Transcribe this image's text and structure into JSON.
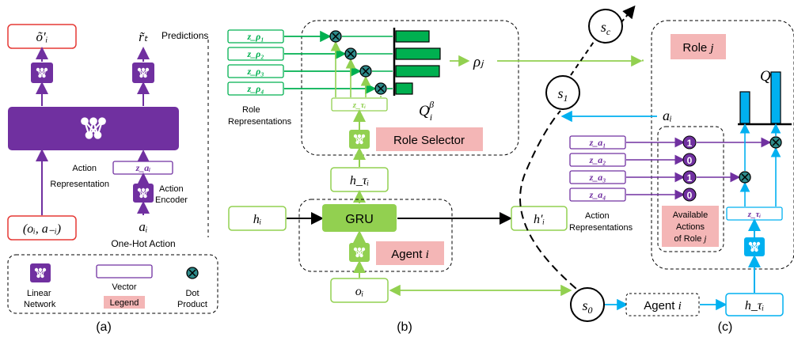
{
  "panel_a": {
    "caption": "(a)",
    "predictions_label": "Predictions",
    "out_obs": "õ′ᵢ",
    "out_reward": "r̃ₜ",
    "action_representation_label": [
      "Action",
      "Representation"
    ],
    "action_encoder_label": [
      "Action",
      "Encoder"
    ],
    "z_action": "z_aᵢ",
    "input_main": "(oᵢ, a₋ᵢ)",
    "action_input": "aᵢ",
    "one_hot_label": "One-Hot Action",
    "legend": {
      "linear_network_label": [
        "Linear",
        "Network"
      ],
      "vector_label": "Vector",
      "dot_product_label": [
        "Dot",
        "Product"
      ],
      "legend_tag": "Legend"
    }
  },
  "panel_b": {
    "caption": "(b)",
    "role_reps": [
      "z_ρ₁",
      "z_ρ₂",
      "z_ρ₃",
      "z_ρ₄"
    ],
    "role_reps_label": [
      "Role",
      "Representations"
    ],
    "z_tau": "z_τᵢ",
    "role_selector_label": "Role Selector",
    "q_beta": "Q_i^β",
    "rho_j": "ρⱼ",
    "h_tau": "h_τᵢ",
    "h_i": "hᵢ",
    "h_i_prime": "h′ᵢ",
    "gru_label": "GRU",
    "agent_label": "Agent i",
    "o_i": "oᵢ"
  },
  "panel_c": {
    "caption": "(c)",
    "states": [
      "s_c",
      "s₁",
      "s₀"
    ],
    "role_label": "Role j",
    "q_i": "Qᵢ",
    "a_i": "aᵢ",
    "action_reps": [
      "z_a₁",
      "z_a₂",
      "z_a₃",
      "z_a₄"
    ],
    "mask_values": [
      "1",
      "0",
      "1",
      "0"
    ],
    "action_reps_label": [
      "Action",
      "Representations"
    ],
    "available_actions_label": [
      "Available",
      "Actions",
      "of Role j"
    ],
    "z_tau": "z_τᵢ",
    "agent_label": "Agent i",
    "h_tau": "h_τᵢ"
  },
  "colors": {
    "purple": "#7030a0",
    "green": "#92d050",
    "dark_green": "#00b050",
    "blue": "#00b0f0",
    "red": "#e53935",
    "pink": "#f4b6b6",
    "dot_product_fill": "#2e8b8b"
  }
}
